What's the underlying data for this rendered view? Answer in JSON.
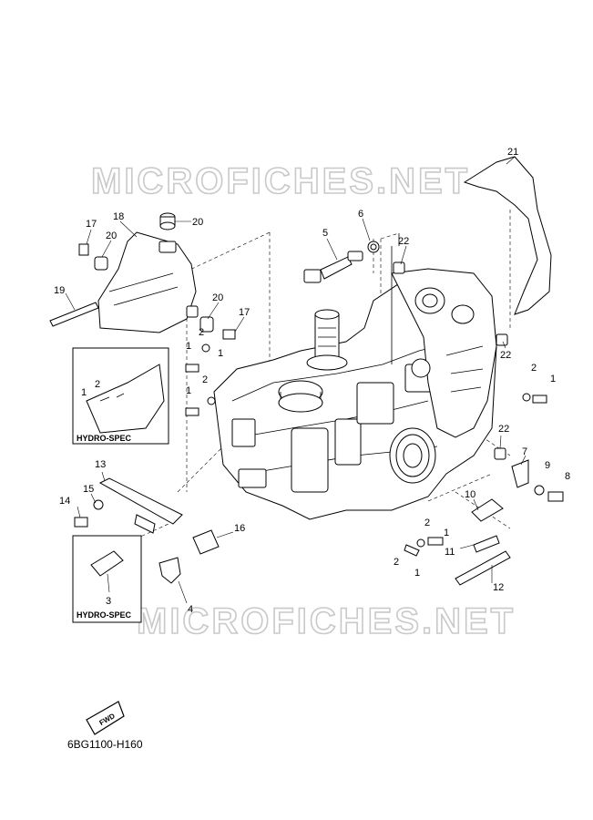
{
  "watermark": "MICROFICHES.NET",
  "diagram_code": "6BG1100-H160",
  "fwd_label": "FWD",
  "hydro_spec_label": "HYDRO-SPEC",
  "callouts": {
    "c1a": "1",
    "c1b": "1",
    "c1c": "1",
    "c1d": "1",
    "c1e": "1",
    "c1f": "1",
    "c1g": "1",
    "c2a": "2",
    "c2b": "2",
    "c2c": "2",
    "c2d": "2",
    "c2e": "2",
    "c2f": "2",
    "c3": "3",
    "c4": "4",
    "c5": "5",
    "c6": "6",
    "c7": "7",
    "c8": "8",
    "c9": "9",
    "c10": "10",
    "c11": "11",
    "c12": "12",
    "c13": "13",
    "c14": "14",
    "c15": "15",
    "c16": "16",
    "c17a": "17",
    "c17b": "17",
    "c18": "18",
    "c19": "19",
    "c20a": "20",
    "c20b": "20",
    "c20c": "20",
    "c21": "21",
    "c22a": "22",
    "c22b": "22",
    "c22c": "22"
  }
}
